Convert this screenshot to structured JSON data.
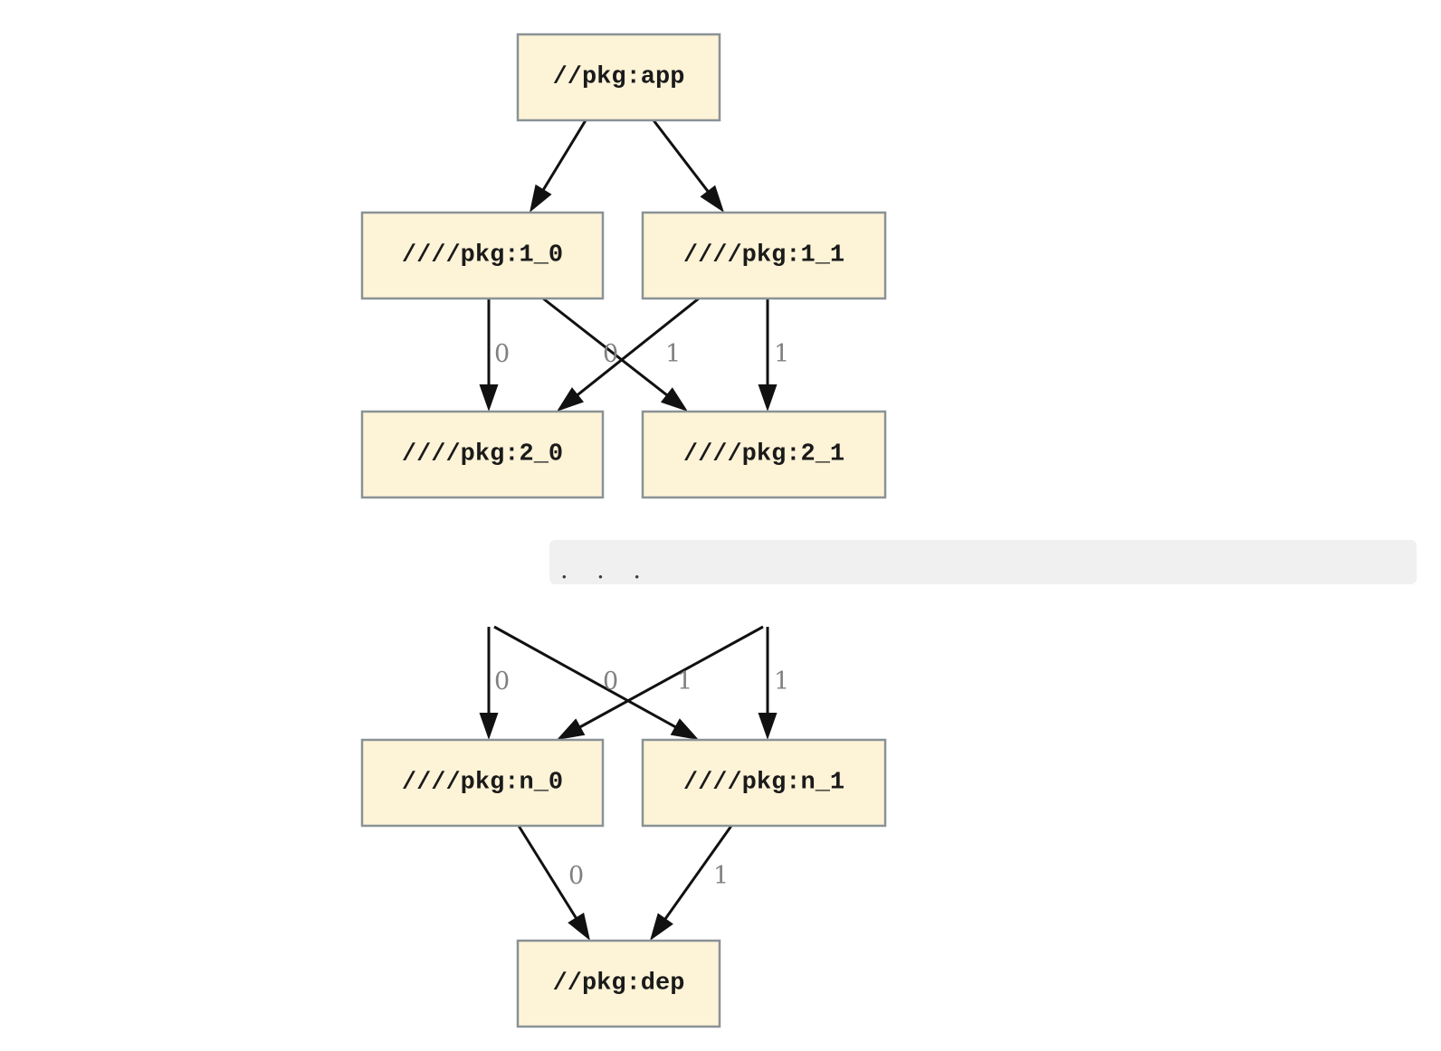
{
  "colors": {
    "node_fill": "#fdf3d7",
    "node_border": "#8a9296",
    "edge": "#111111",
    "edge_label": "#808080",
    "band_bg": "#f0f0f0",
    "band_text": "#3a3a3a"
  },
  "graph": {
    "nodes": {
      "app": "//pkg:app",
      "level1_0": "////pkg:1_0",
      "level1_1": "////pkg:1_1",
      "level2_0": "////pkg:2_0",
      "level2_1": "////pkg:2_1",
      "leveln_0": "////pkg:n_0",
      "leveln_1": "////pkg:n_1",
      "dep": "//pkg:dep"
    },
    "edge_labels": {
      "upper": [
        "0",
        "0",
        "1",
        "1"
      ],
      "lower": [
        "0",
        "0",
        "1",
        "1"
      ],
      "dep": [
        "0",
        "1"
      ]
    },
    "ellipsis": ". . ."
  }
}
